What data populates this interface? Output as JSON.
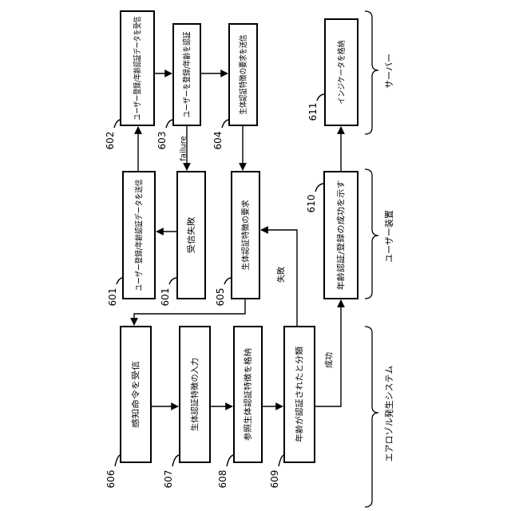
{
  "nodes": {
    "n602": {
      "id": "602",
      "text": "ユーザー登録/年齢認証データを受信"
    },
    "n603": {
      "id": "603",
      "text": "ユーザーを登録/年齢を認証"
    },
    "n604": {
      "id": "604",
      "text": "生体認証特徴の要求を送信"
    },
    "n611": {
      "id": "611",
      "text": "インジケータを格納"
    },
    "n601a": {
      "id": "601",
      "text": "ユーザー登録/年齢認証データを送信"
    },
    "n601b": {
      "id": "601",
      "text": "受信失敗"
    },
    "n605": {
      "id": "605",
      "text": "生体認証特徴の要求"
    },
    "n610": {
      "id": "610",
      "text": "年齢認証/登録の成功を示す"
    },
    "n606": {
      "id": "606",
      "text": "感知命令を受信"
    },
    "n607": {
      "id": "607",
      "text": "生体認証特徴の入力"
    },
    "n608": {
      "id": "608",
      "text": "参照生体認証特徴を格納"
    },
    "n609": {
      "id": "609",
      "text": "年齢が認証されたと分類"
    }
  },
  "edges": {
    "failure": "failure",
    "fail": "失敗",
    "success": "成功"
  },
  "groups": {
    "server": "サーバー",
    "device": "ユーザー装置",
    "aerosol": "エアロゾル発生システム"
  }
}
